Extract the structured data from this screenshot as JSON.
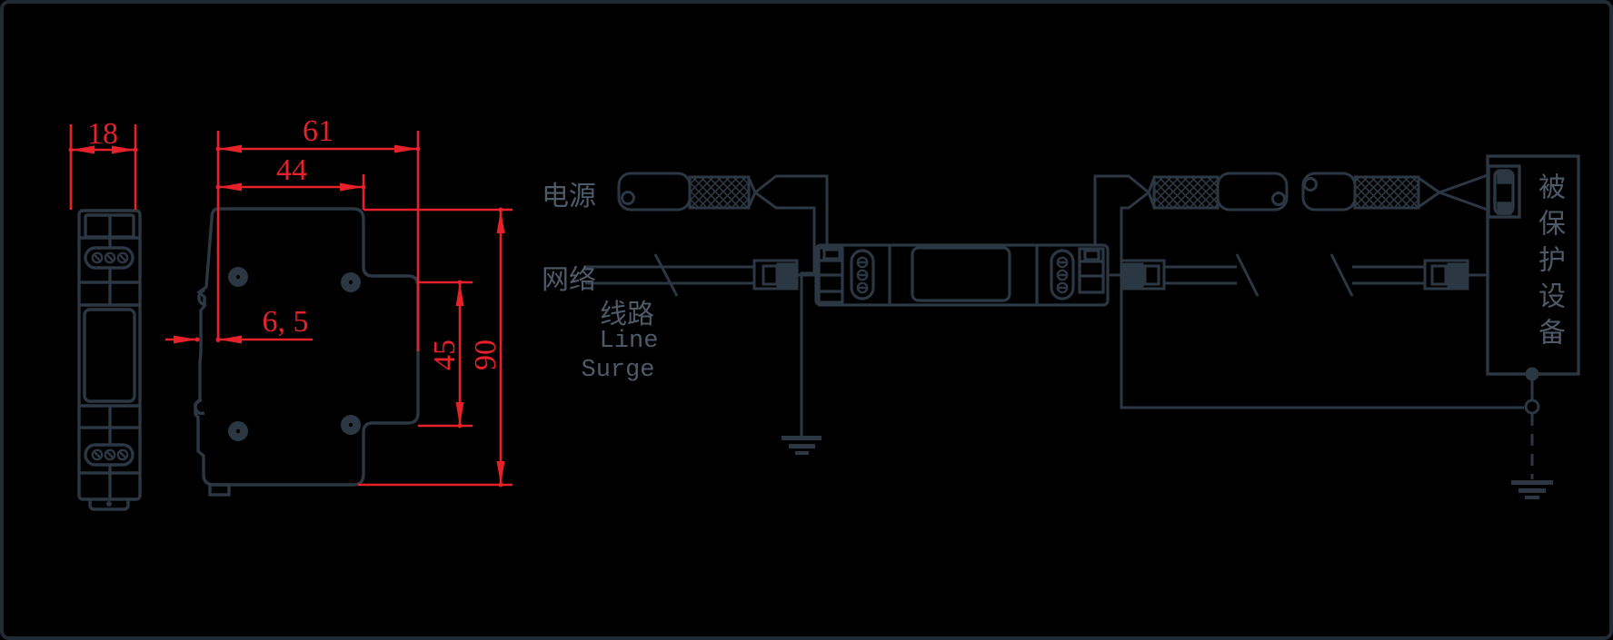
{
  "colors": {
    "background": "#000000",
    "frame_border": "#202b36",
    "line_art": "#2b3743",
    "dimension_red": "#e62129",
    "label_text": "#4e5a68"
  },
  "dimension_drawing": {
    "front_view": {
      "width": "18"
    },
    "side_view": {
      "overall_depth": "61",
      "upper_depth": "44",
      "rail_offset": "6, 5",
      "terminal_section_height": "45",
      "overall_height": "90"
    }
  },
  "wiring_diagram": {
    "power_label": "电源",
    "network_label": "网络",
    "network_line_zh": "线路",
    "network_line_en": "Line",
    "network_surge_en": "Surge",
    "protected_device_label": "被保护设备"
  }
}
